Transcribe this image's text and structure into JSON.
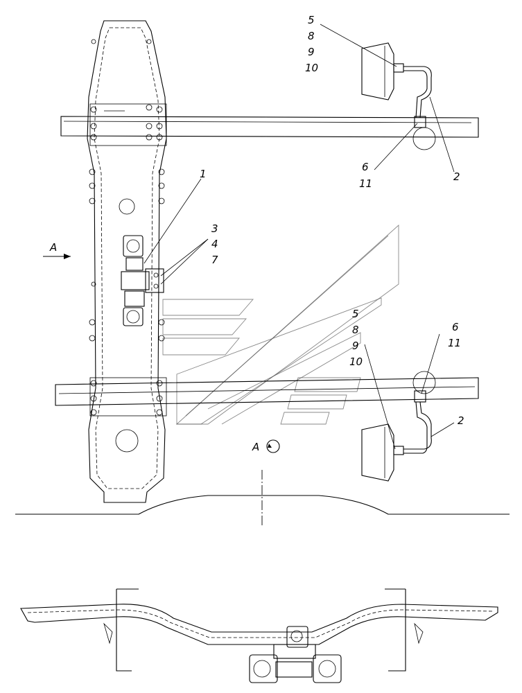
{
  "view_label": "A",
  "view_marker_label": "A",
  "callouts": {
    "c1": "1",
    "c2_top": "2",
    "c2_bottom": "2",
    "group_3_4_7": [
      "3",
      "4",
      "7"
    ],
    "group_5_8_9_10_top": [
      "5",
      "8",
      "9",
      "10"
    ],
    "group_5_8_9_10_bottom": [
      "5",
      "8",
      "9",
      "10"
    ],
    "group_6_11_top": [
      "6",
      "11"
    ],
    "group_6_11_bottom": [
      "6",
      "11"
    ]
  }
}
